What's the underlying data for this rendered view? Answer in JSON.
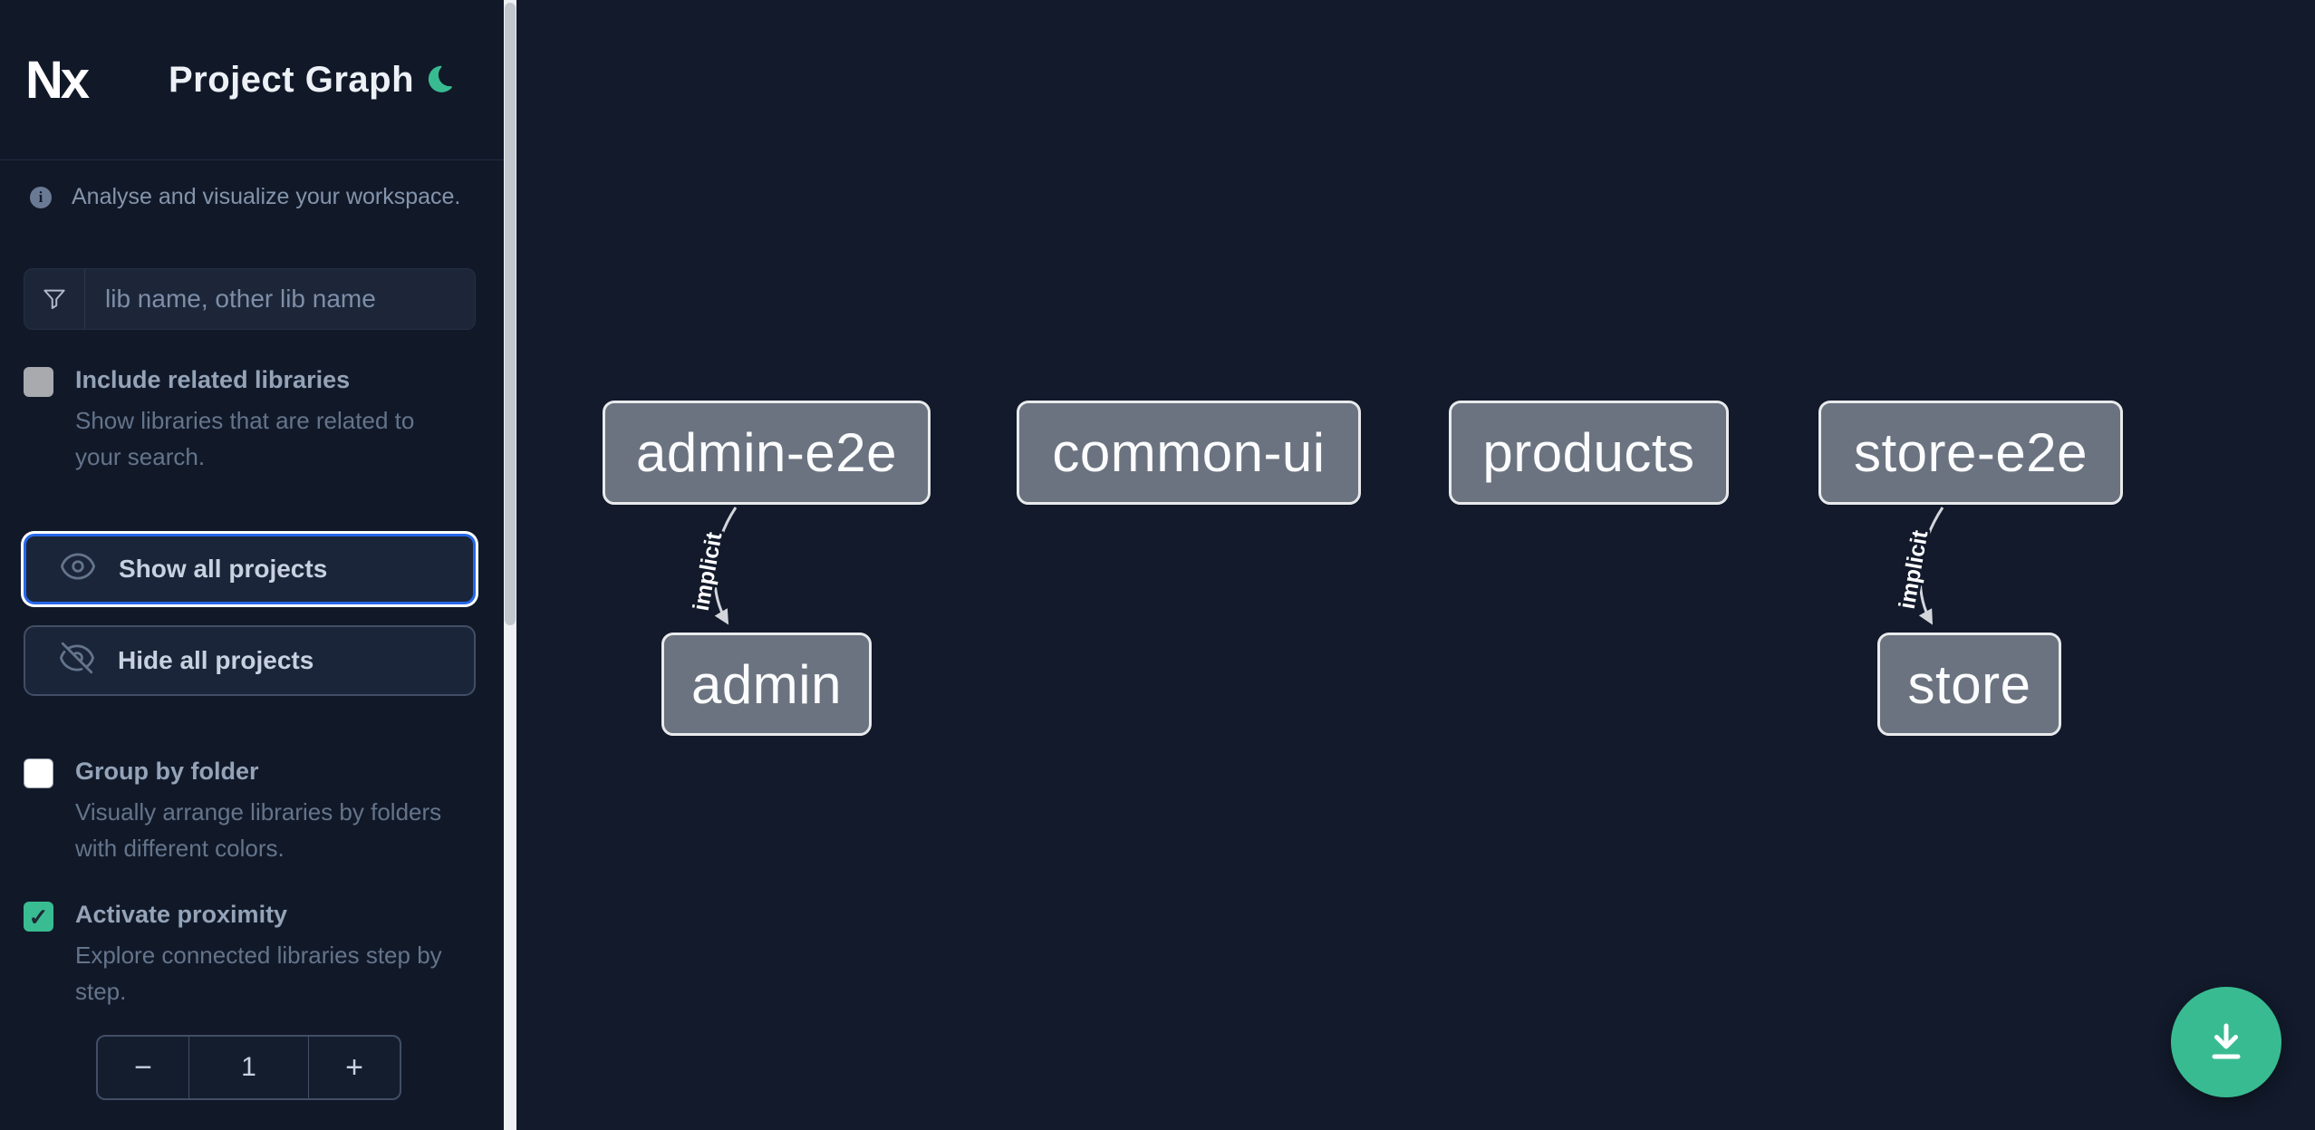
{
  "app": {
    "logo_text": "Nx",
    "title": "Project Graph",
    "theme_toggle_icon": "moon-icon"
  },
  "colors": {
    "background": "#121a2b",
    "accent_green": "#39bb91",
    "focus_blue": "#2767e8",
    "node_fill": "#6b7380",
    "node_border": "#e9eaec",
    "edge": "#d2d5da"
  },
  "sidebar": {
    "info": {
      "icon": "info-icon",
      "text": "Analyse and visualize your workspace."
    },
    "search": {
      "icon": "filter-funnel-icon",
      "placeholder": "lib name, other lib name",
      "value": ""
    },
    "toggles": [
      {
        "label": "Include related libraries",
        "description": "Show libraries that are related to your search.",
        "checked": false,
        "check_glyph": ""
      },
      {
        "label": "Group by folder",
        "description": "Visually arrange libraries by folders with different colors.",
        "checked": false,
        "check_glyph": ""
      },
      {
        "label": "Activate proximity",
        "description": "Explore connected libraries step by step.",
        "checked": true,
        "check_glyph": "✓"
      }
    ],
    "actions": [
      {
        "label": "Show all projects",
        "icon": "eye-icon",
        "focused": true
      },
      {
        "label": "Hide all projects",
        "icon": "eye-off-icon",
        "focused": false
      }
    ],
    "proximity_stepper": {
      "decrement_label": "−",
      "value": "1",
      "increment_label": "+"
    }
  },
  "graph": {
    "nodes": [
      {
        "id": "admin-e2e",
        "label": "admin-e2e"
      },
      {
        "id": "common-ui",
        "label": "common-ui"
      },
      {
        "id": "products",
        "label": "products"
      },
      {
        "id": "store-e2e",
        "label": "store-e2e"
      },
      {
        "id": "admin",
        "label": "admin"
      },
      {
        "id": "store",
        "label": "store"
      }
    ],
    "edges": [
      {
        "from": "admin-e2e",
        "to": "admin",
        "type": "implicit",
        "label": "implicit"
      },
      {
        "from": "store-e2e",
        "to": "store",
        "type": "implicit",
        "label": "implicit"
      }
    ]
  },
  "fab": {
    "icon": "download-icon"
  }
}
